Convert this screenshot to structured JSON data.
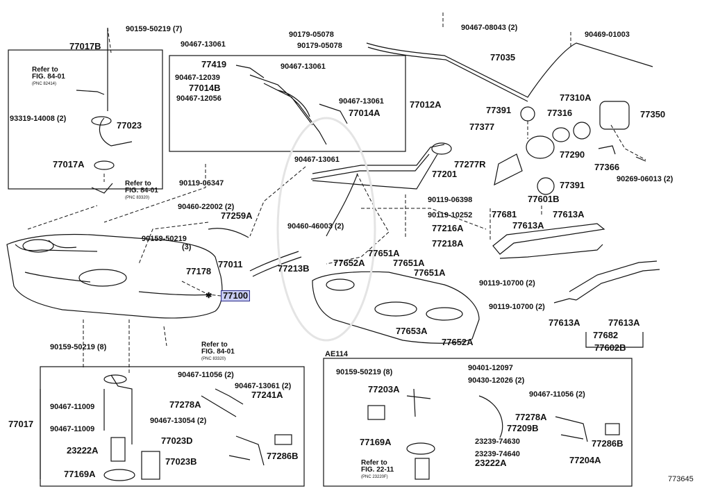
{
  "diagram": {
    "figure_id": "773645",
    "variant": "AE114",
    "parts": {
      "p90159_50219_7": "90159-50219 (7)",
      "p77017B": "77017B",
      "refer_top_left": "Refer to",
      "fig_84_01_a": "FIG. 84-01",
      "pnc_a": "(PNC 82414)",
      "p93319": "93319-14008 (2)",
      "p77023": "77023",
      "p77017A": "77017A",
      "refer_mid": "Refer to",
      "fig_84_01_b": "FIG. 84-01",
      "pnc_b": "(PNC 83320)",
      "p90467_13061_a": "90467-13061",
      "p90179_05078_a": "90179-05078",
      "p90179_05078_b": "90179-05078",
      "p77419": "77419",
      "p90467_13061_b": "90467-13061",
      "p90467_12039": "90467-12039",
      "p77014B": "77014B",
      "p90467_12056": "90467-12056",
      "p90467_13061_c": "90467-13061",
      "p77014A": "77014A",
      "p77012A": "77012A",
      "p90119_06347": "90119-06347",
      "p90467_13061_d": "90467-13061",
      "p77201": "77201",
      "p90467_08043": "90467-08043 (2)",
      "p90469_01003": "90469-01003",
      "p77035": "77035",
      "p77310A": "77310A",
      "p77391_a": "77391",
      "p77316": "77316",
      "p77350": "77350",
      "p77377": "77377",
      "p77277R": "77277R",
      "p77290": "77290",
      "p77366": "77366",
      "p77391_b": "77391",
      "p90269": "90269-06013 (2)",
      "p77601B": "77601B",
      "p90460_22002": "90460-22002 (2)",
      "p77259A": "77259A",
      "p90460_46003": "90460-46003 (2)",
      "p90159_50219": "90159-50219",
      "p3": "(3)",
      "p77011": "77011",
      "p77178": "77178",
      "p77213B": "77213B",
      "p77100": "77100",
      "p90119_06398": "90119-06398",
      "p90119_10252": "90119-10252",
      "p77216A": "77216A",
      "p77218A": "77218A",
      "p77651A_a": "77651A",
      "p77652A_a": "77652A",
      "p77651A_b": "77651A",
      "p77651A_c": "77651A",
      "p77653A": "77653A",
      "p77652A_b": "77652A",
      "p77681": "77681",
      "p77613A_a": "77613A",
      "p77613A_b": "77613A",
      "p90119_10700_a": "90119-10700 (2)",
      "p90119_10700_b": "90119-10700 (2)",
      "p77613A_c": "77613A",
      "p77613A_d": "77613A",
      "p77682": "77682",
      "p77602B": "77602B",
      "p90159_50219_8": "90159-50219 (8)",
      "refer_low": "Refer to",
      "fig_84_01_c": "FIG. 84-01",
      "pnc_c": "(PNC 83320)",
      "p77017": "77017",
      "p90467_11056": "90467-11056 (2)",
      "p90467_13061_2": "90467-13061 (2)",
      "p77278A": "77278A",
      "p77241A": "77241A",
      "p90467_11009_a": "90467-11009",
      "p90467_11009_b": "90467-11009",
      "p90467_13054": "90467-13054 (2)",
      "p23222A_a": "23222A",
      "p77023D": "77023D",
      "p77286B_a": "77286B",
      "p77169A_a": "77169A",
      "p77023B": "77023B",
      "p90159_50219_8b": "90159-50219 (8)",
      "p90401": "90401-12097",
      "p90430": "90430-12026 (2)",
      "p77203A": "77203A",
      "p90467_11056_b": "90467-11056 (2)",
      "p77278A_b": "77278A",
      "p77209B": "77209B",
      "p77169A_b": "77169A",
      "p23239_74630": "23239-74630",
      "p23239_74640": "23239-74640",
      "p23222A_b": "23222A",
      "p77286B_b": "77286B",
      "p77204A": "77204A",
      "refer_right": "Refer to",
      "fig_22_11": "FIG. 22-11",
      "pnc_d": "(PNC 23220F)",
      "star": "✱"
    }
  }
}
